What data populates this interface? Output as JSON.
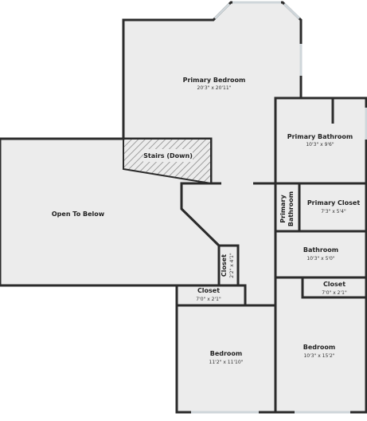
{
  "rooms": {
    "primary_bedroom": {
      "name": "Primary Bedroom",
      "dims": "20'3\" x 20'11\""
    },
    "primary_bathroom": {
      "name": "Primary Bathroom",
      "dims": "10'3\" x 9'6\""
    },
    "stairs": {
      "name": "Stairs (Down)"
    },
    "open_to_below": {
      "name": "Open To Below"
    },
    "primary_closet": {
      "name": "Primary Closet",
      "dims": "7'3\" x 5'4\""
    },
    "primary_bathroom_wc": {
      "line1": "Primary",
      "line2": "Bathroom"
    },
    "bathroom": {
      "name": "Bathroom",
      "dims": "10'3\" x 5'0\""
    },
    "hall_closet": {
      "name": "Closet",
      "dims": "2'2\" x 4'1\""
    },
    "closet_left": {
      "name": "Closet",
      "dims": "7'0\" x 2'1\""
    },
    "closet_right": {
      "name": "Closet",
      "dims": "7'0\" x 2'1\""
    },
    "bedroom_left": {
      "name": "Bedroom",
      "dims": "11'2\" x 11'10\""
    },
    "bedroom_right": {
      "name": "Bedroom",
      "dims": "10'3\" x 15'2\""
    }
  },
  "colors": {
    "room_fill": "#ececec",
    "wall": "#2b2b2b",
    "window": "#cfd6da",
    "stairs_hatch": "#8a8a8a"
  }
}
